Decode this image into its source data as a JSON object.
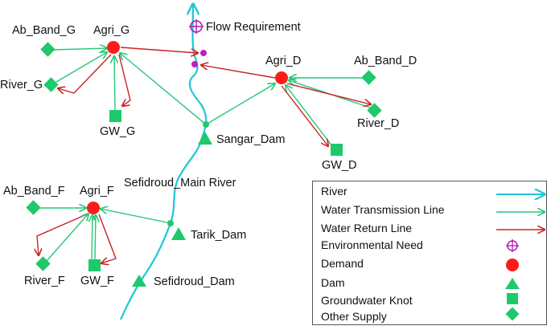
{
  "colors": {
    "river": "#1ec7d6",
    "transmission": "#26c77a",
    "return": "#cc2222",
    "demand": "#ff1a1a",
    "environmental": "#b01ab0",
    "supply": "#1ec96a"
  },
  "labels": {
    "ab_band_g": "Ab_Band_G",
    "agri_g": "Agri_G",
    "river_g": "River_G",
    "gw_g": "GW_G",
    "flow_requirement": "Flow Requirement",
    "agri_d": "Agri_D",
    "ab_band_d": "Ab_Band_D",
    "river_d": "River_D",
    "gw_d": "GW_D",
    "sangar_dam": "Sangar_Dam",
    "sefidroud_main_river": "Sefidroud_Main River",
    "ab_band_f": "Ab_Band_F",
    "agri_f": "Agri_F",
    "river_f": "River_F",
    "gw_f": "GW_F",
    "tarik_dam": "Tarik_Dam",
    "sefidroud_dam": "Sefidroud_Dam"
  },
  "legend": {
    "river": "River",
    "transmission": "Water Transmission Line",
    "return": "Water Return Line",
    "environmental": "Environmental Need",
    "demand": "Demand",
    "dam": "Dam",
    "groundwater": "Groundwater Knot",
    "other_supply": "Other Supply"
  }
}
